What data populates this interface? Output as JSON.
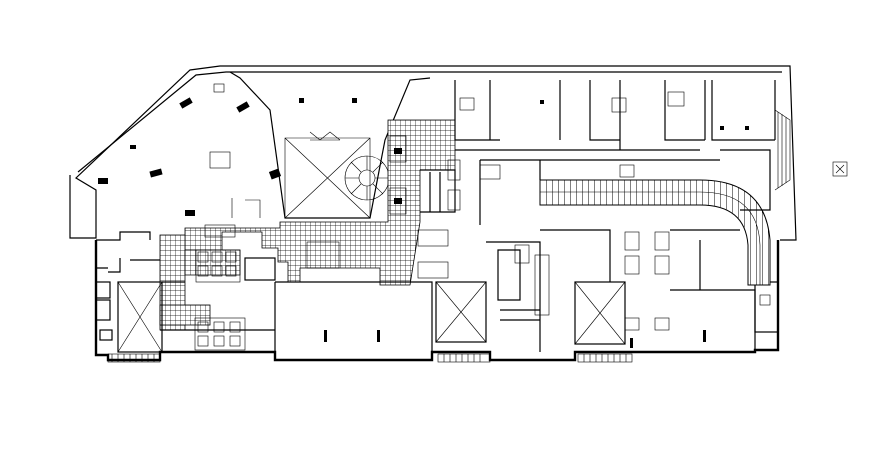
{
  "drawing": {
    "background": "#ffffff",
    "line_color": "#000000",
    "symbols": [
      "building-outline",
      "atrium-void",
      "spiral-stair",
      "curved-ramp",
      "elevator-core",
      "stair-core",
      "column-grid",
      "north-marker-icon"
    ]
  }
}
